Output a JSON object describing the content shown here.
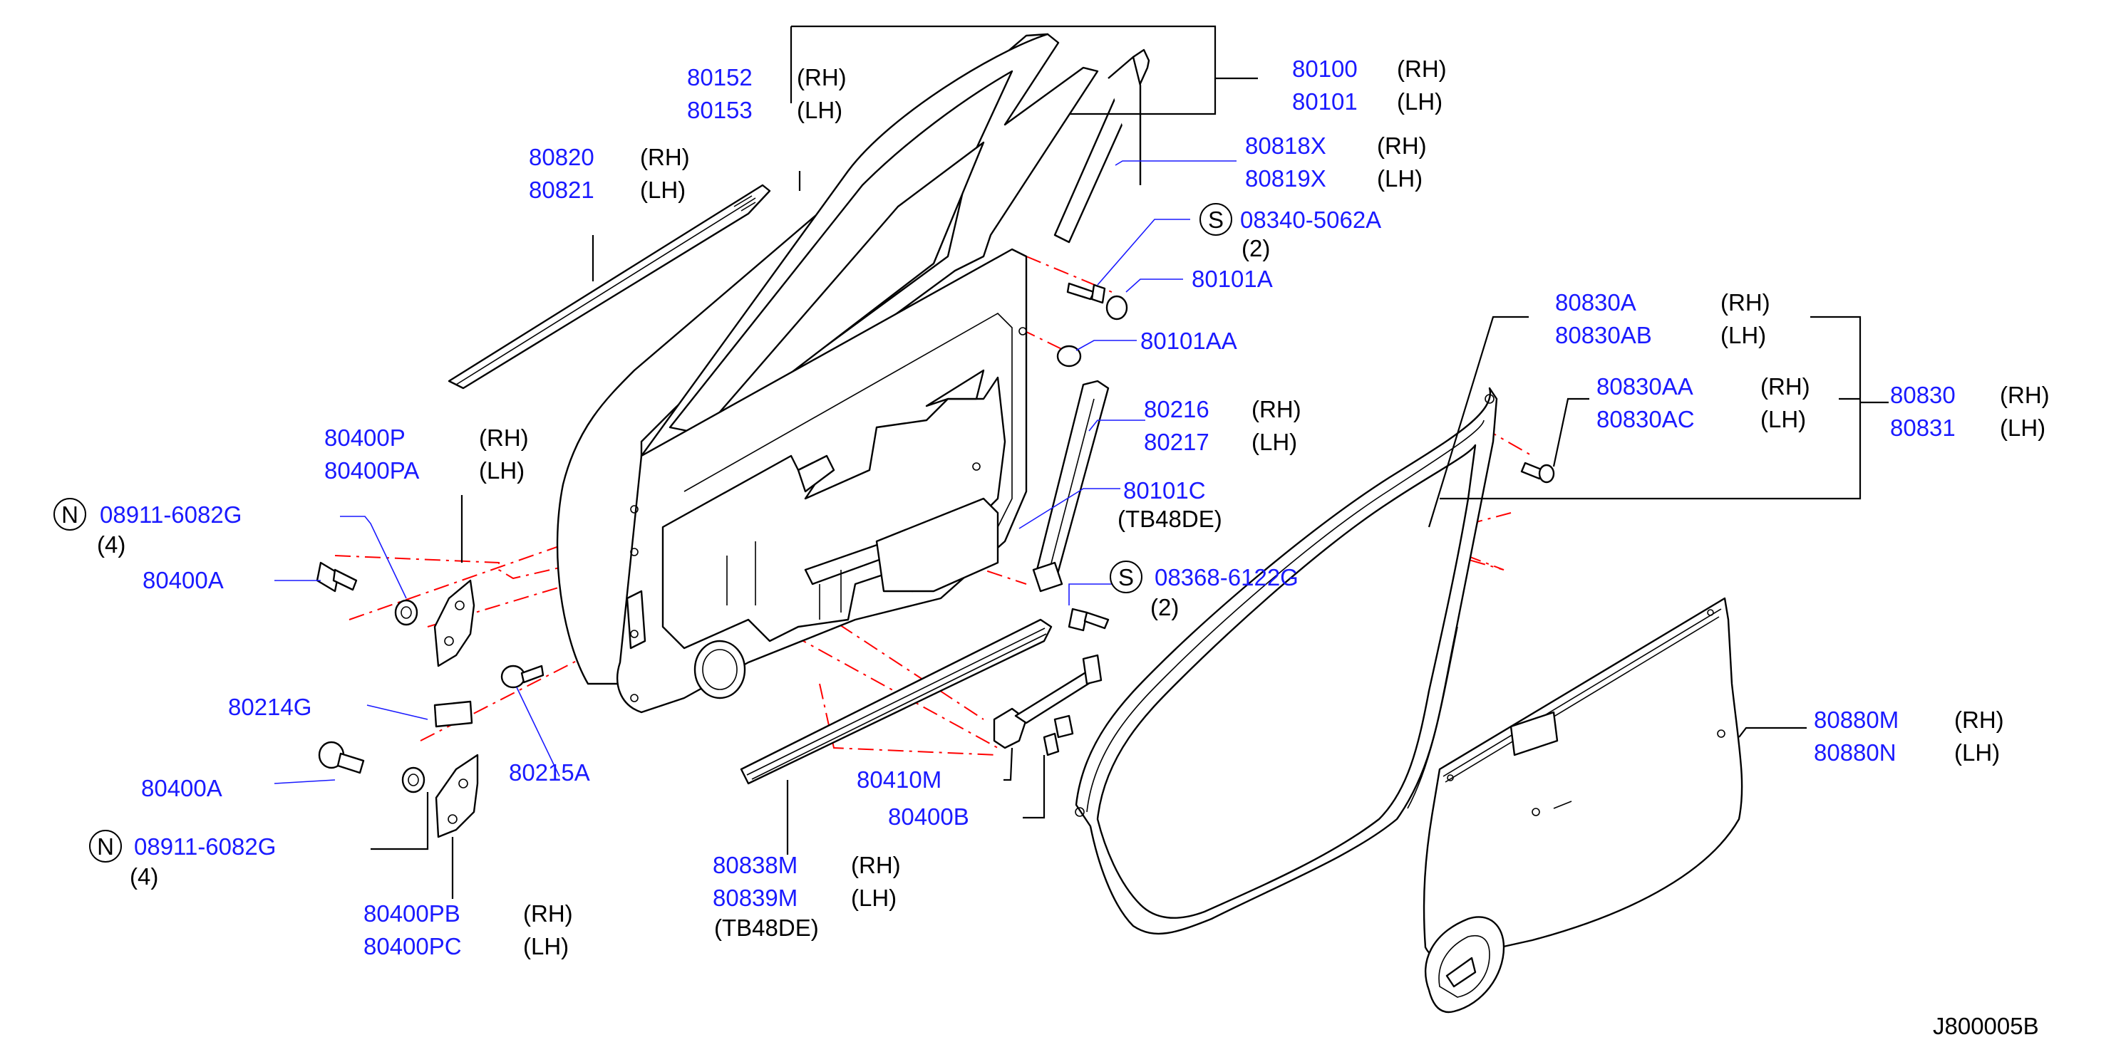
{
  "labels": {
    "p80152": "80152",
    "p80153": "80153",
    "p80820": "80820",
    "p80821": "80821",
    "p80100": "80100",
    "p80101": "80101",
    "p80818x": "80818X",
    "p80819x": "80819X",
    "p08340": "08340-5062A",
    "q2a": "(2)",
    "p80101a": "80101A",
    "p80101aa": "80101AA",
    "p80216": "80216",
    "p80217": "80217",
    "p80101c": "80101C",
    "tb_c": "(TB48DE)",
    "p08368": "08368-6122G",
    "q2b": "(2)",
    "p80400p": "80400P",
    "p80400pa": "80400PA",
    "p08911a": "08911-6082G",
    "q4a": "(4)",
    "p80400a1": "80400A",
    "p80214g": "80214G",
    "p80215a": "80215A",
    "p80400a2": "80400A",
    "p08911b": "08911-6082G",
    "q4b": "(4)",
    "p80400pb": "80400PB",
    "p80400pc": "80400PC",
    "p80410m": "80410M",
    "p80400b": "80400B",
    "p80838m": "80838M",
    "p80839m": "80839M",
    "tb_m": "(TB48DE)",
    "p80830a": "80830A",
    "p80830ab": "80830AB",
    "p80830aa": "80830AA",
    "p80830ac": "80830AC",
    "p80830": "80830",
    "p80831": "80831",
    "p80880m": "80880M",
    "p80880n": "80880N",
    "footer": "J800005B"
  },
  "sides": {
    "rh": "(RH)",
    "lh": "(LH)"
  },
  "symbols": {
    "s": "S",
    "n": "N"
  },
  "colors": {
    "part_number": "#1a1aff",
    "side_text": "#000000",
    "centerline": "#ff0000"
  }
}
